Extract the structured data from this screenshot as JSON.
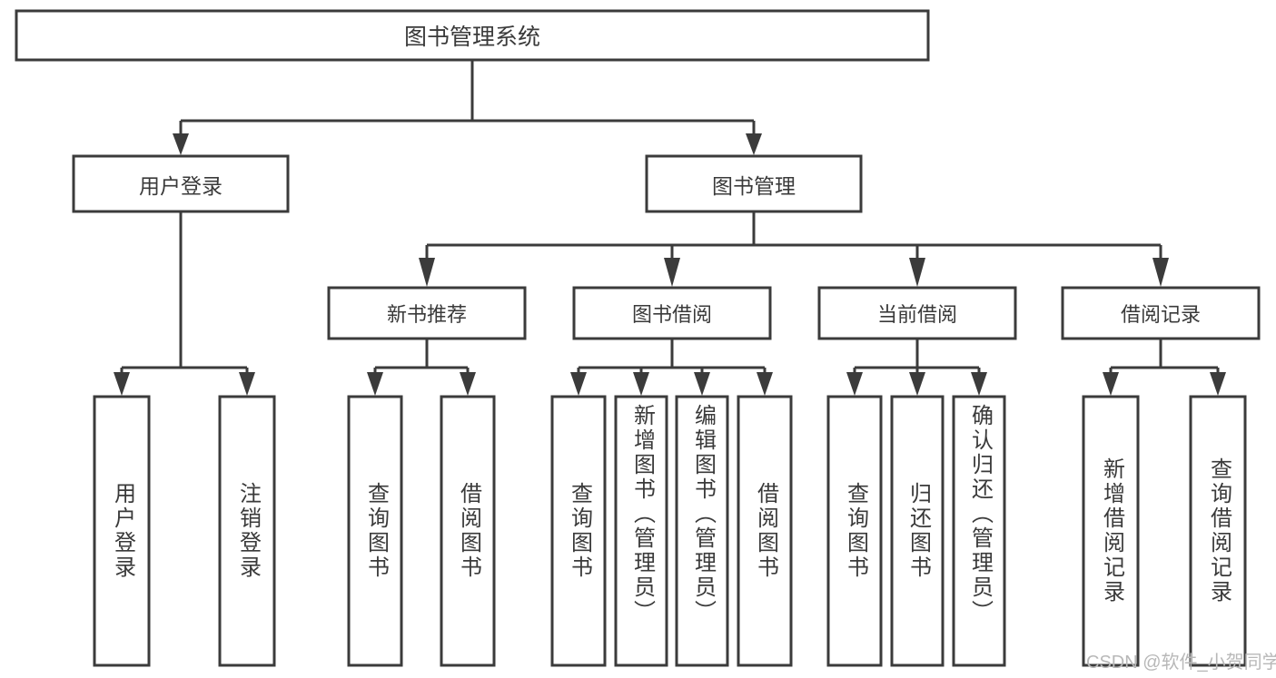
{
  "diagram": {
    "type": "tree",
    "title": "图书管理系统",
    "watermark": "CSDN @软件_小贺同学",
    "colors": {
      "stroke": "#3b3b3b",
      "text": "#3a3a3a",
      "background": "#ffffff",
      "watermark": "#b8b8b8"
    },
    "root": {
      "id": "root",
      "label": "图书管理系统",
      "orientation": "horizontal"
    },
    "level2": [
      {
        "id": "user-login",
        "label": "用户登录",
        "orientation": "horizontal"
      },
      {
        "id": "book-manage",
        "label": "图书管理",
        "orientation": "horizontal"
      }
    ],
    "level3": [
      {
        "id": "new-book-recommend",
        "label": "新书推荐",
        "orientation": "horizontal",
        "parent": "book-manage"
      },
      {
        "id": "book-borrow",
        "label": "图书借阅",
        "orientation": "horizontal",
        "parent": "book-manage"
      },
      {
        "id": "current-borrow",
        "label": "当前借阅",
        "orientation": "horizontal",
        "parent": "book-manage"
      },
      {
        "id": "borrow-record",
        "label": "借阅记录",
        "orientation": "horizontal",
        "parent": "book-manage"
      }
    ],
    "leaves": [
      {
        "id": "leaf-user-login",
        "label": "用户登录",
        "parent": "user-login"
      },
      {
        "id": "leaf-logout-login",
        "label": "注销登录",
        "parent": "user-login"
      },
      {
        "id": "leaf-query-book-1",
        "label": "查询图书",
        "parent": "new-book-recommend"
      },
      {
        "id": "leaf-borrow-book-1",
        "label": "借阅图书",
        "parent": "new-book-recommend"
      },
      {
        "id": "leaf-query-book-2",
        "label": "查询图书",
        "parent": "book-borrow"
      },
      {
        "id": "leaf-add-book-admin",
        "label": "新增图书（管理员）",
        "parent": "book-borrow"
      },
      {
        "id": "leaf-edit-book-admin",
        "label": "编辑图书（管理员）",
        "parent": "book-borrow"
      },
      {
        "id": "leaf-borrow-book-2",
        "label": "借阅图书",
        "parent": "book-borrow"
      },
      {
        "id": "leaf-query-book-3",
        "label": "查询图书",
        "parent": "current-borrow"
      },
      {
        "id": "leaf-return-book",
        "label": "归还图书",
        "parent": "current-borrow"
      },
      {
        "id": "leaf-confirm-return-admin",
        "label": "确认归还（管理员）",
        "parent": "current-borrow"
      },
      {
        "id": "leaf-add-borrow-record",
        "label": "新增借阅记录",
        "parent": "borrow-record"
      },
      {
        "id": "leaf-query-borrow-record",
        "label": "查询借阅记录",
        "parent": "borrow-record"
      }
    ]
  }
}
